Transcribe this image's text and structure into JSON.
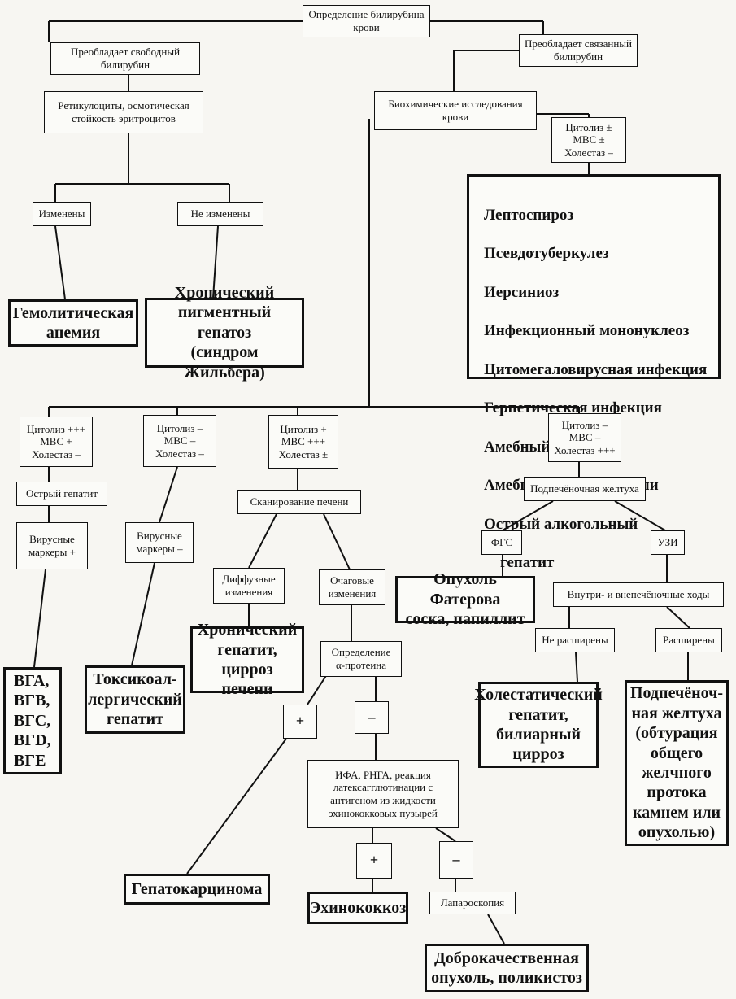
{
  "root": "Определение билирубина\nкрови",
  "free": "Преобладает свободный\nбилирубин",
  "bound": "Преобладает связанный\nбилирубин",
  "retic": "Ретикулоциты, осмотическая\nстойкость эритроцитов",
  "changed": "Изменены",
  "not_changed": "Не изменены",
  "hemolytic": "Гемолитическая\nанемия",
  "gilbert": "Хронический\nпигментный гепатоз\n(синдром Жильбера)",
  "biochem": "Биохимические исследования\nкрови",
  "cyt_top": "Цитолиз ±\nМВС ±\nХолестаз –",
  "infections": [
    "Лептоспироз",
    "Псевдотуберкулез",
    "Иерсиниоз",
    "Инфекционный мононуклеоз",
    "Цитомегаловирусная инфекция",
    "Герпетическая инфекция",
    "Амебный гепатит",
    "Амебный абсцесс печени",
    "Острый алкогольный",
    "гепатит"
  ],
  "c1": "Цитолиз +++\nМВС +\nХолестаз –",
  "c2": "Цитолиз –\nМВС –\nХолестаз –",
  "c3": "Цитолиз +\nМВС +++\nХолестаз ±",
  "c4": "Цитолиз –\nМВС –\nХолестаз +++",
  "acute_hep": "Острый гепатит",
  "viral_pos": "Вирусные\nмаркеры +",
  "viral_neg": "Вирусные\nмаркеры –",
  "vg": "ВГА,\nВГВ,\nВГС,\nВГD,\nВГЕ",
  "toxic": "Токсикоал-\nлергический\nгепатит",
  "scan": "Сканирование печени",
  "diffuse": "Диффузные\nизменения",
  "focal": "Очаговые\nизменения",
  "chronic_hep": "Хронический\nгепатит,\nцирроз печени",
  "alpha": "Определение\nα-протеина",
  "plus": "+",
  "minus": "–",
  "hcc": "Гепатокарцинома",
  "ifa": "ИФА, РНГА, реакция\nлатексагглютинации с\nантигеном из жидкости\nэхинококковых пузырей",
  "echino": "Эхинококкоз",
  "laparo": "Лапароскопия",
  "benign": "Доброкачественная\nопухоль, поликистоз",
  "subhep": "Подпечёночная желтуха",
  "fgs": "ФГС",
  "usi": "УЗИ",
  "vater": "Опухоль Фатерова\nсоска, папиллит",
  "ducts": "Внутри- и внепечёночные ходы",
  "not_dilated": "Не расширены",
  "dilated": "Расширены",
  "cholestatic": "Холестатический\nгепатит,\nбилиарный\nцирроз",
  "obstruction": "Подпечёноч-\nная желтуха\n(обтурация\nобщего\nжелчного\nпротока\nкамнем или\nопухолью)"
}
